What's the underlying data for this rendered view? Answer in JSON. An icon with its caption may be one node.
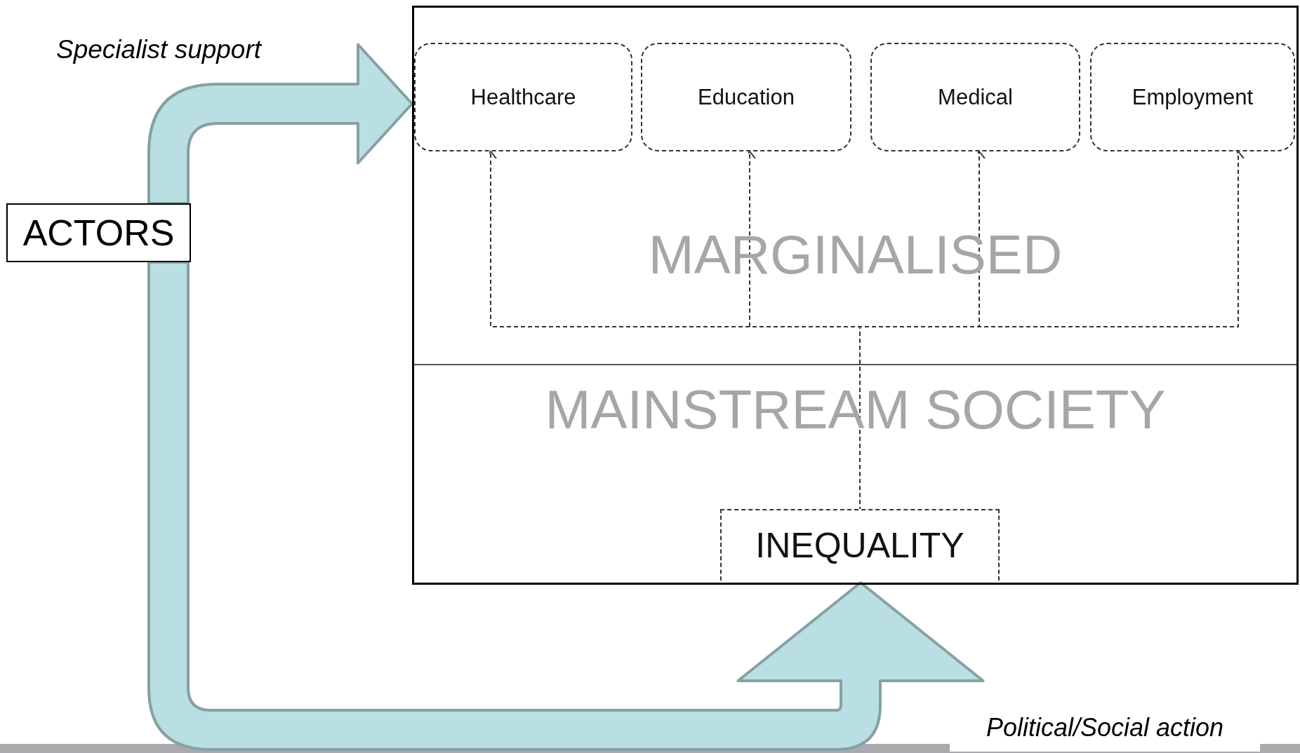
{
  "diagram": {
    "nodes": [
      {
        "text": [
          "MARGINALISED"
        ]
      },
      {
        "text": [
          "Healthcare"
        ],
        "in": 0
      },
      {
        "text": [
          "Education"
        ],
        "in": 0
      },
      {
        "text": [
          "Medical"
        ],
        "in": 0
      },
      {
        "text": [
          "Employment"
        ],
        "in": 0
      },
      {
        "text": [
          "MAINSTREAM SOCIETY"
        ]
      },
      {
        "text": [
          "INEQUALITY"
        ],
        "in": 5
      },
      {
        "text": [
          "ACTORS"
        ]
      }
    ],
    "edges": [
      {
        "from": 7,
        "to": 0,
        "arrow": "to",
        "style": "thick",
        "color": "#b9dfe3"
      },
      {
        "from": 7,
        "to": 6,
        "arrow": "to",
        "style": "thick",
        "color": "#b9dfe3"
      },
      {
        "from": 6,
        "to": 1,
        "arrow": "to",
        "style": "dashed"
      },
      {
        "from": 6,
        "to": 2,
        "arrow": "to",
        "style": "dashed"
      },
      {
        "from": 6,
        "to": 3,
        "arrow": "to",
        "style": "dashed"
      },
      {
        "from": 6,
        "to": 4,
        "arrow": "to",
        "style": "dashed"
      }
    ],
    "labels": [
      "Specialist support",
      "Political/Social action"
    ]
  }
}
